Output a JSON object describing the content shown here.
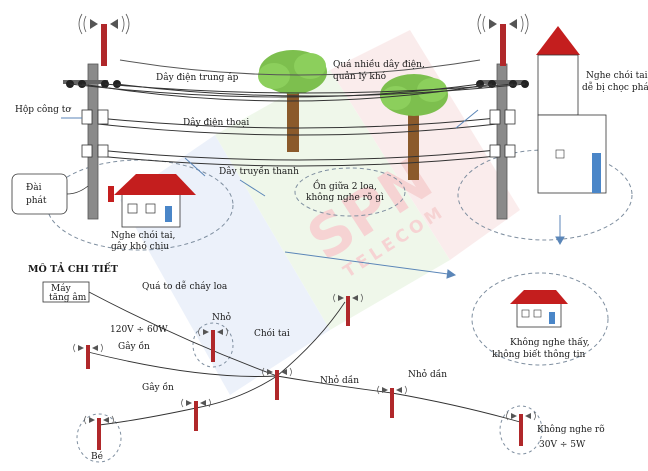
{
  "labels": {
    "medium_voltage": "Dây điện trung áp",
    "meter_box": "Hộp công tơ",
    "phone_line": "Dây điện thoại",
    "broadcast_line": "Dây truyền thanh",
    "station": [
      "Đài",
      "phát"
    ],
    "too_many_wires": [
      "Quá nhiều dây điện,",
      "quản lý khó"
    ],
    "deafening_right": [
      "Nghe chói tai,",
      "dễ bị chọc phá"
    ],
    "deafening_left": [
      "Nghe chói tai,",
      "gây khó chịu"
    ],
    "two_speakers_noise": [
      "Ồn giữa 2 loa,",
      "không nghe rõ gì"
    ],
    "detail_title": "MÔ TẢ CHI TIẾT",
    "amplifier": [
      "Máy",
      "tăng âm"
    ],
    "too_loud": "Quá to dễ cháy loa",
    "power_in": "120V ÷ 60W",
    "small": "Nhỏ",
    "deafening": "Chói tai",
    "noisy_1": "Gây ồn",
    "noisy_2": "Gây ồn",
    "fading_1": "Nhỏ dần",
    "fading_2": "Nhỏ dần",
    "cant_hear": [
      "Không nghe thấy,",
      "không biết thông tin"
    ],
    "unclear": "Không nghe rõ",
    "power_out": "30V ÷ 5W",
    "tiny": "Bé"
  },
  "watermark": {
    "brand": "SPN",
    "sub": "TELECOM"
  },
  "colors": {
    "pole": "#8a8a8a",
    "speaker_pole": "#b0282a",
    "roof": "#c41e1e",
    "house_wall": "#ffffff",
    "door": "#4a86c8",
    "trunk": "#8b5a2b",
    "foliage": "#7dbf4e",
    "ellipse": "#7f8fa0",
    "arrow": "#5b86b8",
    "wire": "#333333"
  }
}
